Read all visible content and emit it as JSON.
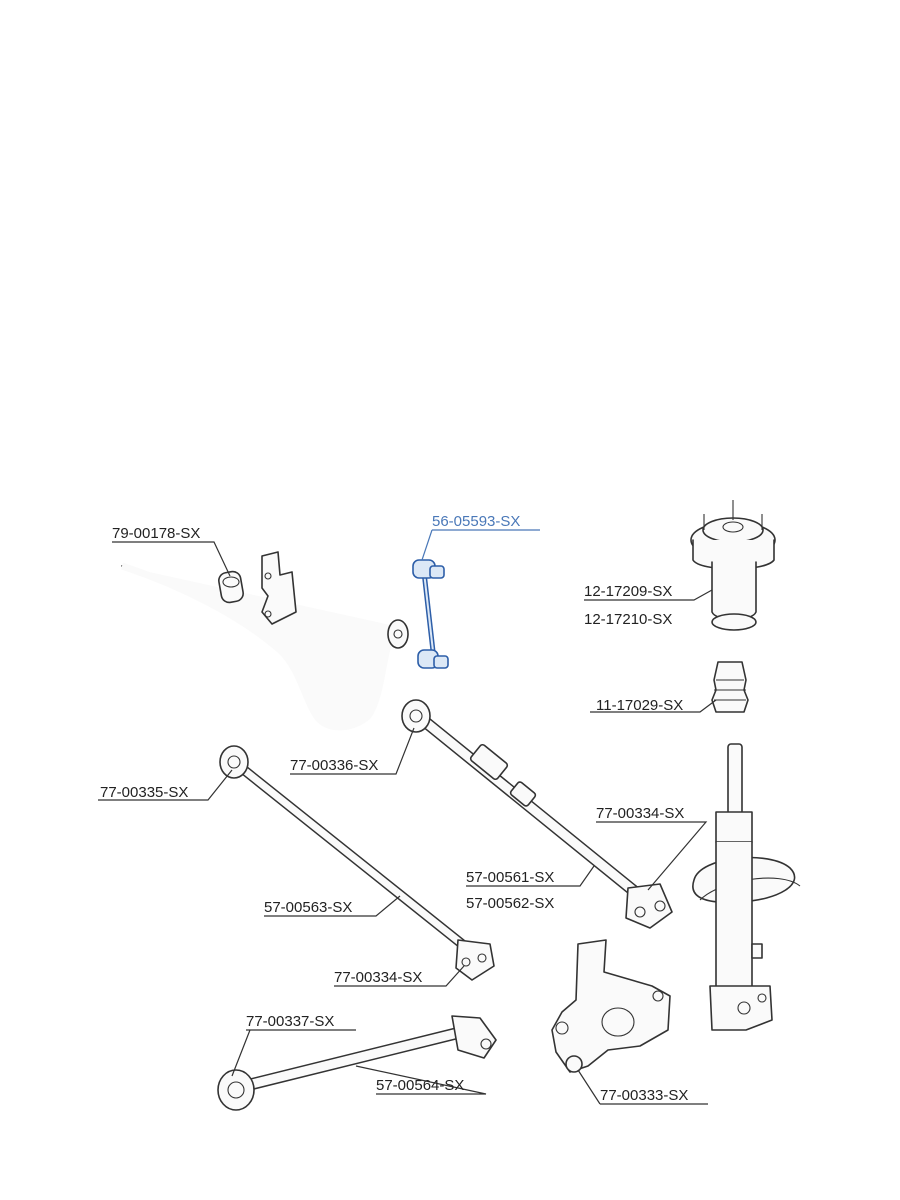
{
  "labels": {
    "stabilizer_bushing": "79-00178-SX",
    "stabilizer_link": "56-05593-SX",
    "strut_mount_1": "12-17209-SX",
    "strut_mount_2": "12-17210-SX",
    "bump_stop": "11-17029-SX",
    "upper_arm_bushing": "77-00336-SX",
    "rear_arm_bushing": "77-00335-SX",
    "lower_arm_bushing_right": "77-00334-SX",
    "arm_1": "57-00561-SX",
    "arm_2": "57-00562-SX",
    "arm_3": "57-00563-SX",
    "lower_arm_bushing_left": "77-00334-SX",
    "trailing_arm_bushing": "77-00337-SX",
    "trailing_arm": "57-00564-SX",
    "knuckle_bushing": "77-00333-SX"
  },
  "highlight_color": "#4a78b8"
}
